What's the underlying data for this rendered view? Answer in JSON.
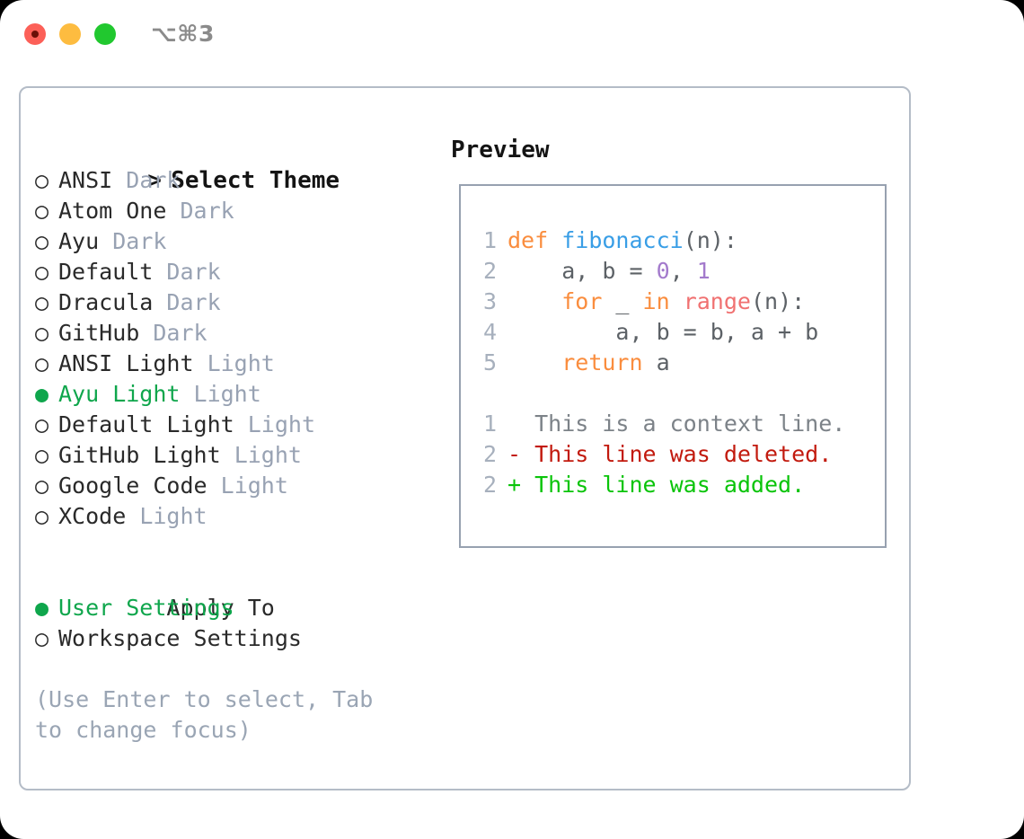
{
  "window": {
    "shortcut": "⌥⌘3",
    "traffic_lights": [
      "close-red",
      "minimize-yellow",
      "zoom-green"
    ]
  },
  "theme_list": {
    "header": {
      "marker": ">",
      "label": "Select Theme"
    },
    "items": [
      {
        "marker": "○",
        "name": "ANSI",
        "variant": "Dark",
        "selected": false
      },
      {
        "marker": "○",
        "name": "Atom One",
        "variant": "Dark",
        "selected": false
      },
      {
        "marker": "○",
        "name": "Ayu",
        "variant": "Dark",
        "selected": false
      },
      {
        "marker": "○",
        "name": "Default",
        "variant": "Dark",
        "selected": false
      },
      {
        "marker": "○",
        "name": "Dracula",
        "variant": "Dark",
        "selected": false
      },
      {
        "marker": "○",
        "name": "GitHub",
        "variant": "Dark",
        "selected": false
      },
      {
        "marker": "○",
        "name": "ANSI Light",
        "variant": "Light",
        "selected": false
      },
      {
        "marker": "●",
        "name": "Ayu Light",
        "variant": "Light",
        "selected": true
      },
      {
        "marker": "○",
        "name": "Default Light",
        "variant": "Light",
        "selected": false
      },
      {
        "marker": "○",
        "name": "GitHub Light",
        "variant": "Light",
        "selected": false
      },
      {
        "marker": "○",
        "name": "Google Code",
        "variant": "Light",
        "selected": false
      },
      {
        "marker": "○",
        "name": "XCode",
        "variant": "Light",
        "selected": false
      }
    ]
  },
  "apply_to": {
    "header": "Apply To",
    "items": [
      {
        "marker": "●",
        "label": "User Settings",
        "selected": true
      },
      {
        "marker": "○",
        "label": "Workspace Settings",
        "selected": false
      }
    ]
  },
  "hint": "(Use Enter to select, Tab to change focus)",
  "preview": {
    "title": "Preview",
    "code_lines": [
      {
        "n": "1",
        "tokens": [
          {
            "t": "def ",
            "c": "kw"
          },
          {
            "t": "fibonacci",
            "c": "fn"
          },
          {
            "t": "(n):",
            "c": "txt"
          }
        ]
      },
      {
        "n": "2",
        "tokens": [
          {
            "t": "    a, b = ",
            "c": "txt"
          },
          {
            "t": "0",
            "c": "num"
          },
          {
            "t": ", ",
            "c": "txt"
          },
          {
            "t": "1",
            "c": "num"
          }
        ]
      },
      {
        "n": "3",
        "tokens": [
          {
            "t": "    ",
            "c": "txt"
          },
          {
            "t": "for",
            "c": "kw"
          },
          {
            "t": " _ ",
            "c": "txt"
          },
          {
            "t": "in",
            "c": "kw"
          },
          {
            "t": " ",
            "c": "txt"
          },
          {
            "t": "range",
            "c": "bi"
          },
          {
            "t": "(n):",
            "c": "txt"
          }
        ]
      },
      {
        "n": "4",
        "tokens": [
          {
            "t": "        a, b = b, a + b",
            "c": "txt"
          }
        ]
      },
      {
        "n": "5",
        "tokens": [
          {
            "t": "    ",
            "c": "txt"
          },
          {
            "t": "return",
            "c": "kw"
          },
          {
            "t": " a",
            "c": "txt"
          }
        ]
      }
    ],
    "diff_lines": [
      {
        "n": "1",
        "sign": " ",
        "text": " This is a context line.",
        "kind": "ctx"
      },
      {
        "n": "2",
        "sign": "-",
        "text": " This line was deleted.",
        "kind": "del"
      },
      {
        "n": "2",
        "sign": "+",
        "text": " This line was added.",
        "kind": "add"
      }
    ]
  },
  "colors": {
    "selected_green": "#0FA64C",
    "muted": "#98a2b3",
    "keyword": "#FA8D3E",
    "function": "#399EE6",
    "number": "#A37ACC",
    "builtin": "#F07171",
    "text": "#5C6166",
    "diff_deleted": "#C21A0E",
    "diff_added": "#0AC40A",
    "panel_border": "#b4bcc7",
    "preview_border": "#97a1b0"
  }
}
